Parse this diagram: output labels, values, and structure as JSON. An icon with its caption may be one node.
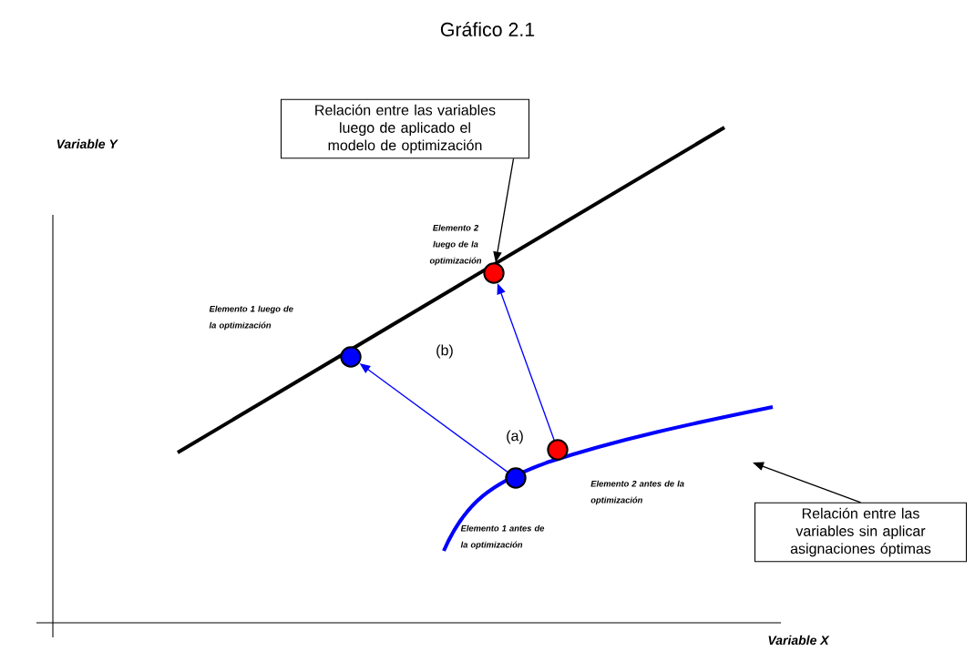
{
  "diagram": {
    "title": "Gráfico 2.1",
    "nodes": [
      {
        "text": [
          "Relación entre las variables luego de aplicado el modelo de optimización"
        ]
      },
      {
        "text": [
          "Relación entre las variables sin aplicar asignaciones óptimas"
        ]
      },
      {
        "text": [],
        "shape": "circle",
        "beside": [
          "Elemento 2 luego de la optimización"
        ]
      },
      {
        "text": [],
        "shape": "circle"
      },
      {
        "text": [],
        "shape": "circle"
      },
      {
        "text": [],
        "shape": "circle",
        "beside": [
          "Elemento 2 antes de la optimización"
        ]
      }
    ],
    "edges": [
      {
        "from": 0,
        "to": 2,
        "arrow": "to"
      },
      {
        "from": 1,
        "to": null,
        "arrow": "to"
      },
      {
        "from": 4,
        "to": 3,
        "arrow": "to",
        "color": "#0000ff"
      },
      {
        "from": 5,
        "to": 2,
        "arrow": "to",
        "color": "#0000ff"
      }
    ],
    "labels": [
      "Variable  Y",
      "Elemento 1 luego de la optimización",
      "(b)",
      "(a)",
      "Elemento 1 antes de la optimización",
      "Variable  X"
    ]
  }
}
